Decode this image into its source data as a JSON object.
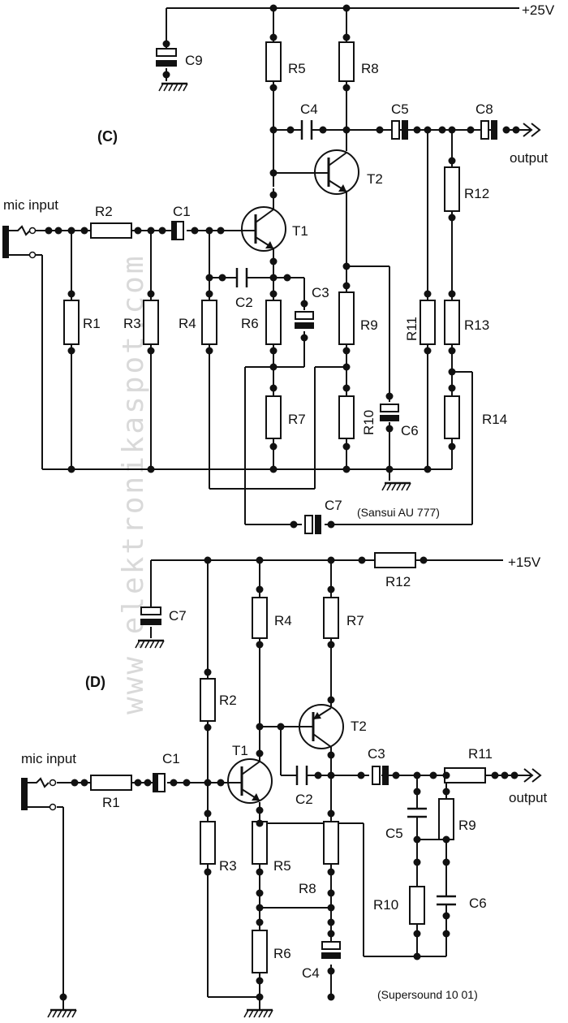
{
  "watermark": "www.elektronikaspot.com",
  "circuit_c": {
    "title": "(C)",
    "supply": "+25V",
    "input_label": "mic input",
    "output_label": "output",
    "credit": "(Sansui AU 777)",
    "parts": {
      "R1": "R1",
      "R2": "R2",
      "R3": "R3",
      "R4": "R4",
      "R5": "R5",
      "R6": "R6",
      "R7": "R7",
      "R8": "R8",
      "R9": "R9",
      "R10": "R10",
      "R11": "R11",
      "R12": "R12",
      "R13": "R13",
      "R14": "R14",
      "C1": "C1",
      "C2": "C2",
      "C3": "C3",
      "C4": "C4",
      "C5": "C5",
      "C6": "C6",
      "C7": "C7",
      "C8": "C8",
      "C9": "C9",
      "T1": "T1",
      "T2": "T2"
    }
  },
  "circuit_d": {
    "title": "(D)",
    "supply": "+15V",
    "input_label": "mic input",
    "output_label": "output",
    "credit": "(Supersound 10 01)",
    "parts": {
      "R1": "R1",
      "R2": "R2",
      "R3": "R3",
      "R4": "R4",
      "R5": "R5",
      "R6": "R6",
      "R7": "R7",
      "R8": "R8",
      "R9": "R9",
      "R10": "R10",
      "R11": "R11",
      "R12": "R12",
      "C1": "C1",
      "C2": "C2",
      "C3": "C3",
      "C4": "C4",
      "C5": "C5",
      "C6": "C6",
      "C7": "C7",
      "T1": "T1",
      "T2": "T2"
    }
  }
}
